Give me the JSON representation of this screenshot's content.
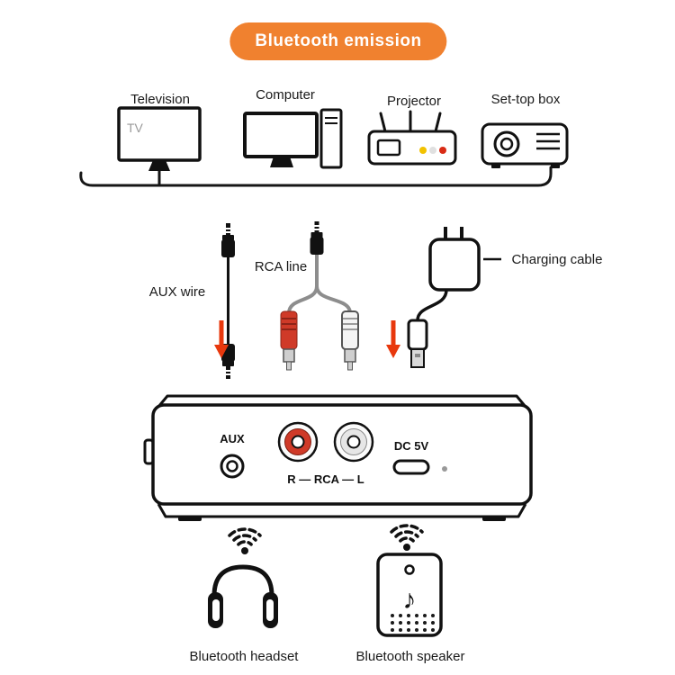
{
  "badge": {
    "label": "Bluetooth emission"
  },
  "sources": {
    "television": {
      "label": "Television",
      "screen_text": "TV"
    },
    "computer": {
      "label": "Computer"
    },
    "projector": {
      "label": "Projector"
    },
    "set_top_box": {
      "label": "Set-top box"
    }
  },
  "cables": {
    "aux": {
      "label": "AUX wire"
    },
    "rca": {
      "label": "RCA line"
    },
    "charging": {
      "label": "Charging cable"
    }
  },
  "receiver": {
    "aux_port": "AUX",
    "rca_ports": "R — RCA — L",
    "dc_port": "DC 5V"
  },
  "outputs": {
    "headset": {
      "label": "Bluetooth headset"
    },
    "speaker": {
      "label": "Bluetooth speaker"
    }
  },
  "icons": {
    "music_note": "♪"
  },
  "colors": {
    "accent_orange": "#f0812f",
    "arrow_red": "#e8380d",
    "rca_red": "#cf3a28",
    "led_yellow": "#f2c200"
  }
}
